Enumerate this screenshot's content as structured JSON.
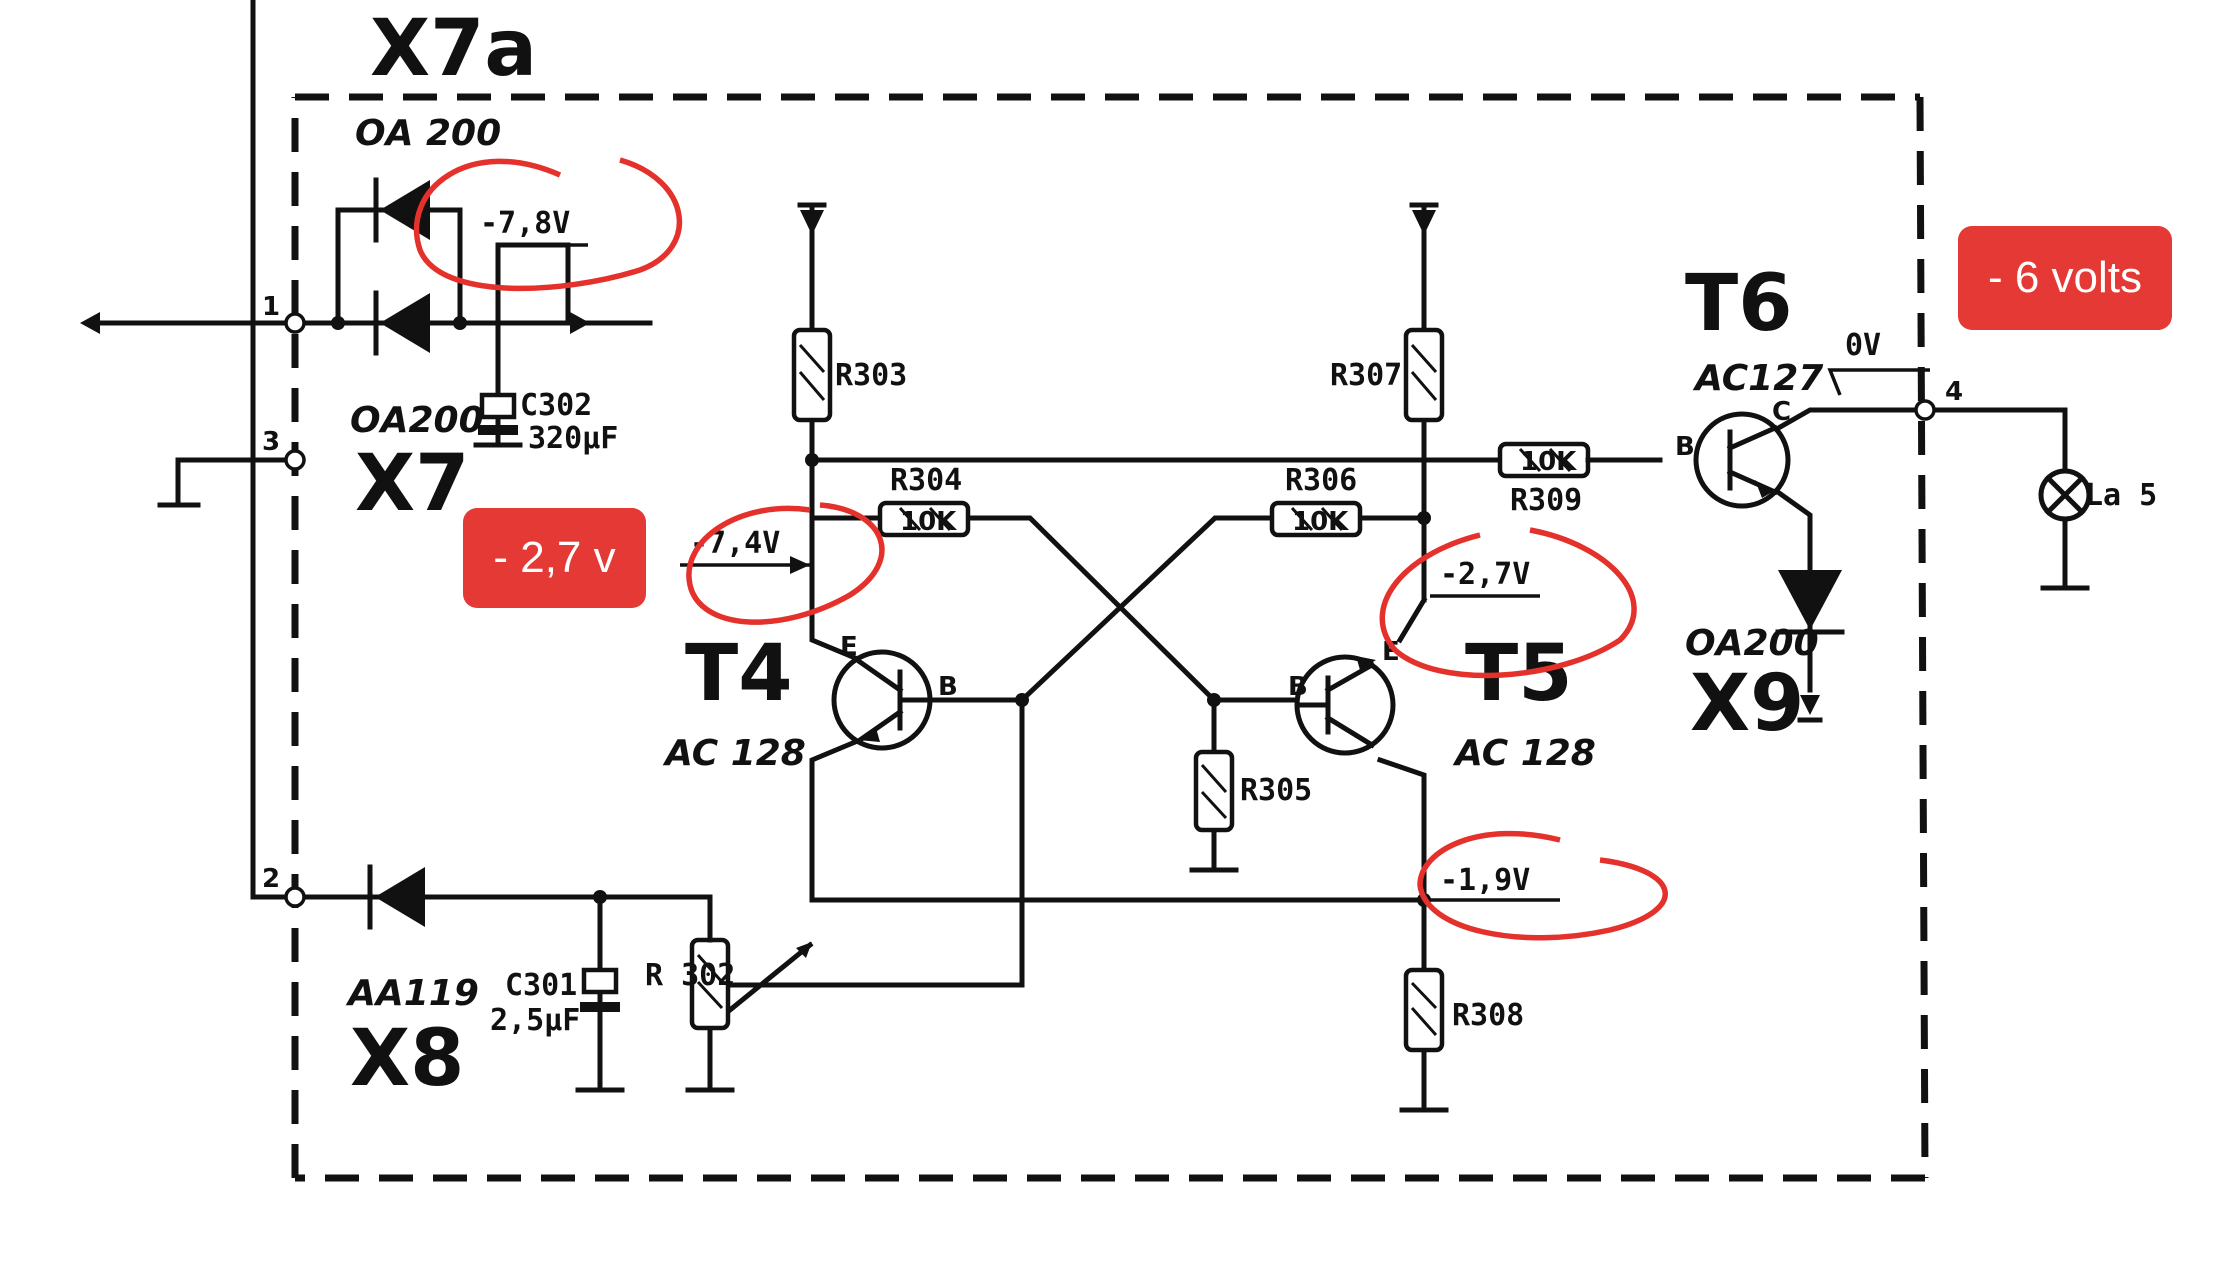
{
  "diagram": {
    "blocks": {
      "module": "X7a",
      "x7": "X7",
      "x8": "X8",
      "x9": "X9",
      "t4": "T4",
      "t5": "T5",
      "t6": "T6"
    },
    "parts": {
      "d_x7_top": "OA 200",
      "d_x7_bot": "OA200",
      "d_x8": "AA119",
      "d_x9": "OA200",
      "t4_type": "AC 128",
      "t5_type": "AC 128",
      "t6_type": "AC127",
      "c302": "C302",
      "c302_val": "320µF",
      "c301": "C301",
      "c301_val": "2,5µF",
      "r302": "R 302",
      "r303": "R303",
      "r304": "R304",
      "r304_val": "10K",
      "r305": "R305",
      "r306": "R306",
      "r306_val": "10K",
      "r307": "R307",
      "r308": "R308",
      "r309": "R309",
      "r309_val": "10K",
      "lamp": "La 5"
    },
    "pins": {
      "p1": "1",
      "p2": "2",
      "p3": "3",
      "p4": "4"
    },
    "terminals": {
      "b": "B",
      "c": "C",
      "e": "E"
    },
    "voltages": {
      "v_c302": "-7,8V",
      "v_t4": "-7,4V",
      "v_t5": "-2,7V",
      "v_emitter": "-1,9V",
      "v_t6": "0V"
    }
  },
  "annotations": {
    "badge_left": "- 2,7 v",
    "badge_right": "- 6 volts",
    "color": "#e53935"
  }
}
